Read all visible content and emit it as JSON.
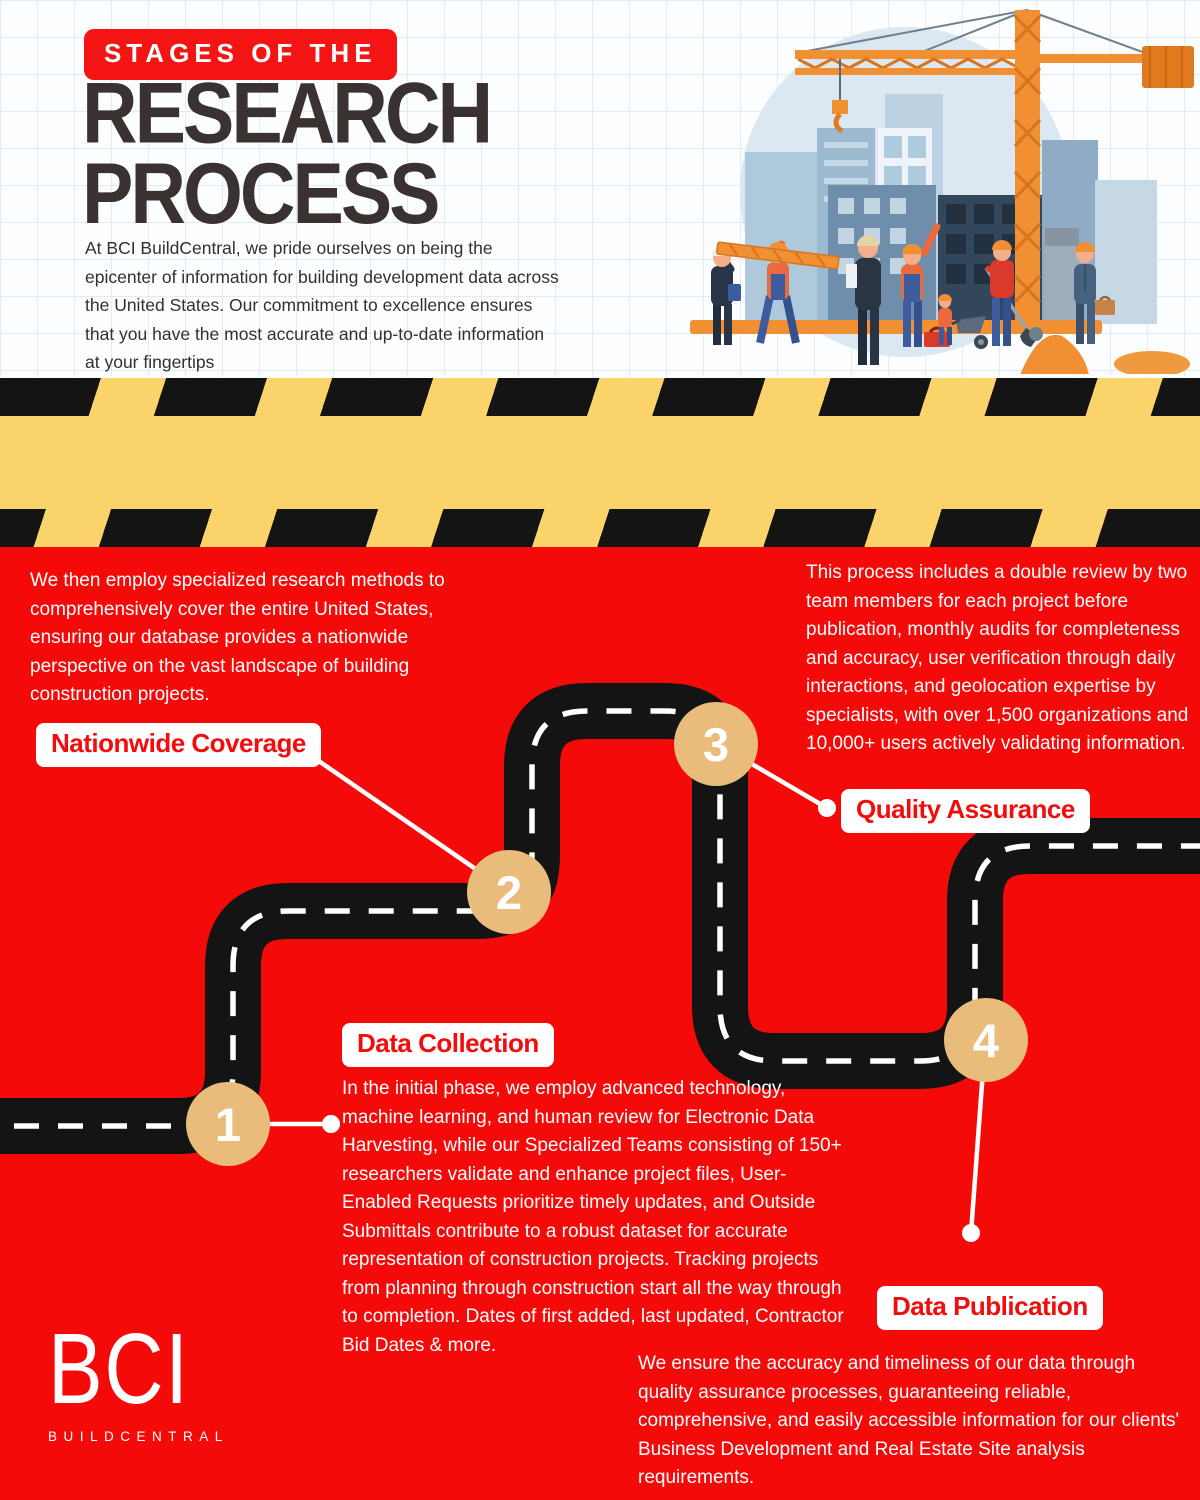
{
  "header": {
    "badge": "STAGES OF THE",
    "title_line1": "RESEARCH",
    "title_line2": "PROCESS",
    "intro": "At BCI BuildCentral, we pride ourselves on being the epicenter of information for building development data across the United States. Our commitment to excellence ensures that you have the most accurate and up-to-date information at your fingertips"
  },
  "stages": [
    {
      "number": "1",
      "label": "Data Collection",
      "description": "In the initial phase, we employ advanced technology, machine learning, and human review for Electronic Data Harvesting, while our Specialized Teams consisting of 150+ researchers validate and enhance project files, User-Enabled Requests prioritize timely updates, and Outside Submittals contribute to a robust dataset for accurate representation of construction projects. Tracking projects from planning through construction start all the way through to completion. Dates of first added, last updated, Contractor Bid Dates & more."
    },
    {
      "number": "2",
      "label": "Nationwide Coverage",
      "description": "We then employ specialized research methods to comprehensively cover the entire United States, ensuring our database provides a nationwide perspective on the vast landscape of building construction projects."
    },
    {
      "number": "3",
      "label": "Quality Assurance",
      "description": "This process includes a double review by two team members for each project before publication, monthly audits for completeness and accuracy, user verification through daily interactions, and geolocation expertise by specialists, with over 1,500 organizations and 10,000+ users actively validating information."
    },
    {
      "number": "4",
      "label": "Data Publication",
      "description": "We ensure the accuracy and timeliness of our data through quality assurance processes, guaranteeing reliable, comprehensive, and easily accessible information for our clients' Business Development and Real Estate Site analysis requirements."
    }
  ],
  "logo": {
    "text": "BCI",
    "subtext": "BUILDCENTRAL"
  },
  "colors": {
    "section_red": "#F50A0A",
    "badge_red": "#F41414",
    "label_text_red": "#F20D0D",
    "caution_yellow": "#FAD46B",
    "road_black": "#141414",
    "marker_tan": "#E9BC7C",
    "title_charcoal": "#3A3230",
    "illustration_sky": "#DBE8F1",
    "crane_orange": "#F09033"
  }
}
